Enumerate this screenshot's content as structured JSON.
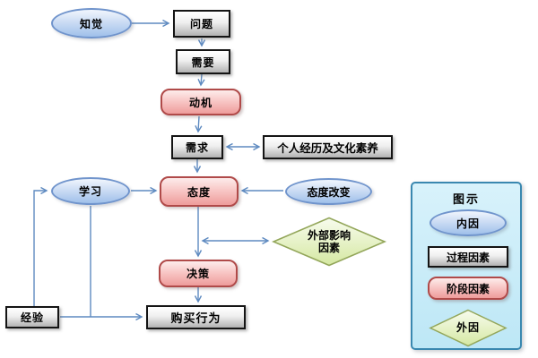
{
  "nodes": {
    "perception": {
      "label": "知觉",
      "shape": "ellipse"
    },
    "problem": {
      "label": "问题",
      "shape": "rect"
    },
    "need": {
      "label": "需要",
      "shape": "rect"
    },
    "motivation": {
      "label": "动机",
      "shape": "rounded-rect"
    },
    "demand": {
      "label": "需求",
      "shape": "rect"
    },
    "personal_experience": {
      "label": "个人经历及文化素养",
      "shape": "rect"
    },
    "learning": {
      "label": "学习",
      "shape": "ellipse"
    },
    "attitude": {
      "label": "态度",
      "shape": "rounded-rect"
    },
    "attitude_change": {
      "label": "态度改变",
      "shape": "ellipse"
    },
    "external_influence": {
      "label": "外部影响因素",
      "shape": "diamond"
    },
    "decision": {
      "label": "决策",
      "shape": "rounded-rect"
    },
    "experience": {
      "label": "经验",
      "shape": "rect"
    },
    "purchase_behavior": {
      "label": "购买行为",
      "shape": "rect"
    }
  },
  "legend": {
    "title": "图示",
    "items": [
      {
        "shape": "ellipse",
        "label": "内因"
      },
      {
        "shape": "rect",
        "label": "过程因素"
      },
      {
        "shape": "rounded-rect",
        "label": "阶段因素"
      },
      {
        "shape": "diamond",
        "label": "外因"
      }
    ]
  },
  "colors": {
    "internal_factor_fill": "#9fc0ea",
    "internal_factor_border": "#7094cc",
    "process_factor_fill": "#b2b2b2",
    "process_factor_border": "#141414",
    "stage_factor_fill": "#ee9c9b",
    "stage_factor_border": "#b04a49",
    "external_factor_fill": "#d5e8a2",
    "external_factor_border": "#93a65a",
    "connector": "#5e8ac0",
    "legend_background": "#bde7f6",
    "legend_border": "#3a88b0"
  }
}
